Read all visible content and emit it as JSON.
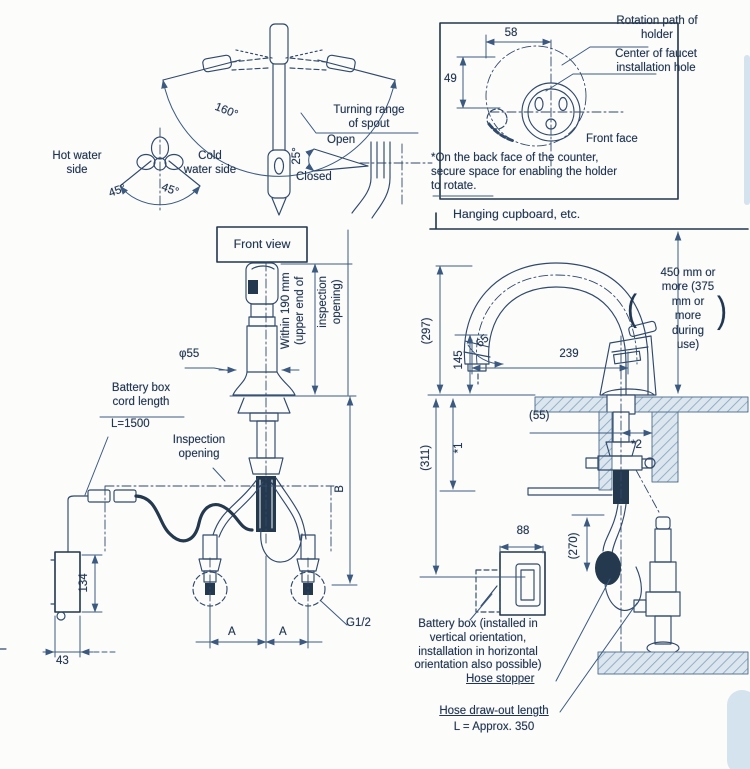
{
  "palette": {
    "ink": "#22364d",
    "line": "#31496b",
    "dim": "#3c5a80",
    "hatch": "#8aa6bf",
    "shade": "#d5e3ee"
  },
  "top_view": {
    "turning_range": "Turning range\nof spout",
    "swivel_angle": "160°",
    "hot_side": "Hot water\nside",
    "cold_side": "Cold\nwater side",
    "hot_angle": "45°",
    "cold_angle": "45°",
    "open_label": "Open",
    "closed_label": "Closed",
    "lever_angle": "25°"
  },
  "holder_detail": {
    "rotation_path": "Rotation path of\nholder",
    "center_label": "Center of faucet\ninstallation hole",
    "width_dim": "58",
    "height_dim": "49",
    "front_face": "Front face",
    "note": "*On the back face of the counter,\nsecure space for enabling the holder\nto rotate."
  },
  "front_view": {
    "title": "Front view",
    "spout_diameter": "φ55",
    "height_note_a": "Within 190 mm\n(upper end of",
    "height_note_b": "inspection\nopening)",
    "battery_cord": "Battery box\ncord length",
    "cord_length": "L=1500",
    "inspection": "Inspection\nopening",
    "battery_box_height": "134",
    "battery_box_width": "43",
    "pitch_left": "A",
    "pitch_right": "A",
    "thread": "G1/2",
    "depth_dim": "B"
  },
  "side_view": {
    "cupboard": "Hanging cupboard, etc.",
    "clearance_note": "450 mm or\nmore (375\nmm or\nmore\nduring\nuse)",
    "paren_open": "(",
    "paren_close": ")",
    "spout_height": "(297)",
    "outlet_height": "145",
    "outlet_angle": "65",
    "reach": "239",
    "wall_clearance": "(55)",
    "footnote1": "*1",
    "footnote2": "*2",
    "under_counter": "(311)",
    "hose_drop": "(270)",
    "battery_box_dim": "88",
    "battery_note": "Battery box (installed in\nvertical orientation,\ninstallation in horizontal\norientation also possible)",
    "hose_stopper": "Hose stopper",
    "hose_length_label": "Hose draw-out length",
    "hose_length_value": "L = Approx. 350"
  }
}
